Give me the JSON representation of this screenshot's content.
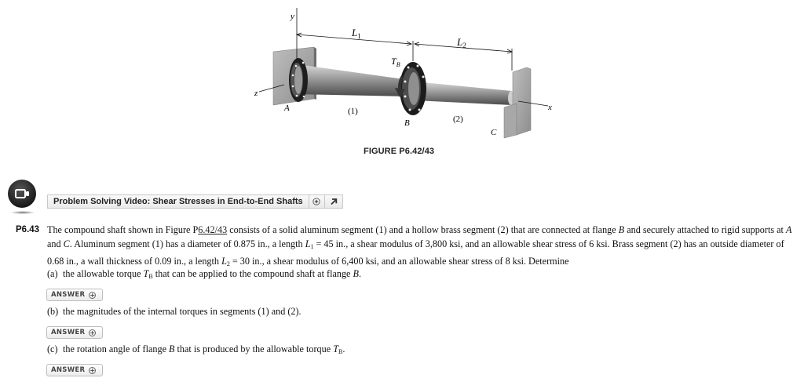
{
  "figure": {
    "caption": "FIGURE P6.42/43",
    "labels": {
      "y_axis": "y",
      "z_axis": "z",
      "x_axis": "x",
      "L1": "L",
      "L1_sub": "1",
      "L2": "L",
      "L2_sub": "2",
      "TB": "T",
      "TB_sub": "B",
      "A": "A",
      "B": "B",
      "C": "C",
      "seg1": "(1)",
      "seg2": "(2)"
    }
  },
  "video": {
    "icon": "video-camera-icon",
    "title": "Problem Solving Video: Shear Stresses in End-to-End Shafts",
    "expand_icon": "circle-plus-icon",
    "open_icon": "arrow-up-right-icon"
  },
  "problem": {
    "number": "P6.43",
    "text_1": "The compound shaft shown in Figure P",
    "figure_link": "6.42/43",
    "text_2": " consists of a solid aluminum segment (1) and a hollow brass segment (2) that are connected at flange ",
    "flange": "B",
    "text_3": " and securely attached to rigid supports at ",
    "supA": "A",
    "text_4": " and ",
    "supC": "C",
    "text_5": ". Aluminum segment (1) has a diameter of 0.875 in., a length ",
    "L1": "L",
    "L1_sub": "1",
    "text_6": " = 45 in., a shear modulus of 3,800 ksi, and an allowable shear stress of 6 ksi. Brass segment (2) has an outside diameter of 0.68 in., a wall thickness of 0.09 in., a length ",
    "L2": "L",
    "L2_sub": "2",
    "text_7": " = 30 in., a shear modulus of 6,400 ksi, and an allowable shear stress of 8 ksi. Determine"
  },
  "parts": [
    {
      "label": "(a)",
      "text_1": "the allowable torque ",
      "var": "T",
      "var_sub": "B",
      "text_2": " that can be applied to the compound shaft at flange ",
      "var2": "B",
      "text_3": "."
    },
    {
      "label": "(b)",
      "text_1": "the magnitudes of the internal torques in segments (1) and (2)."
    },
    {
      "label": "(c)",
      "text_1": "the rotation angle of flange ",
      "var": "B",
      "text_2": " that is produced by the allowable torque ",
      "var2": "T",
      "var2_sub": "B",
      "text_3": "."
    }
  ],
  "answer_button": {
    "label": "ANSWER",
    "icon": "circle-plus-icon"
  }
}
